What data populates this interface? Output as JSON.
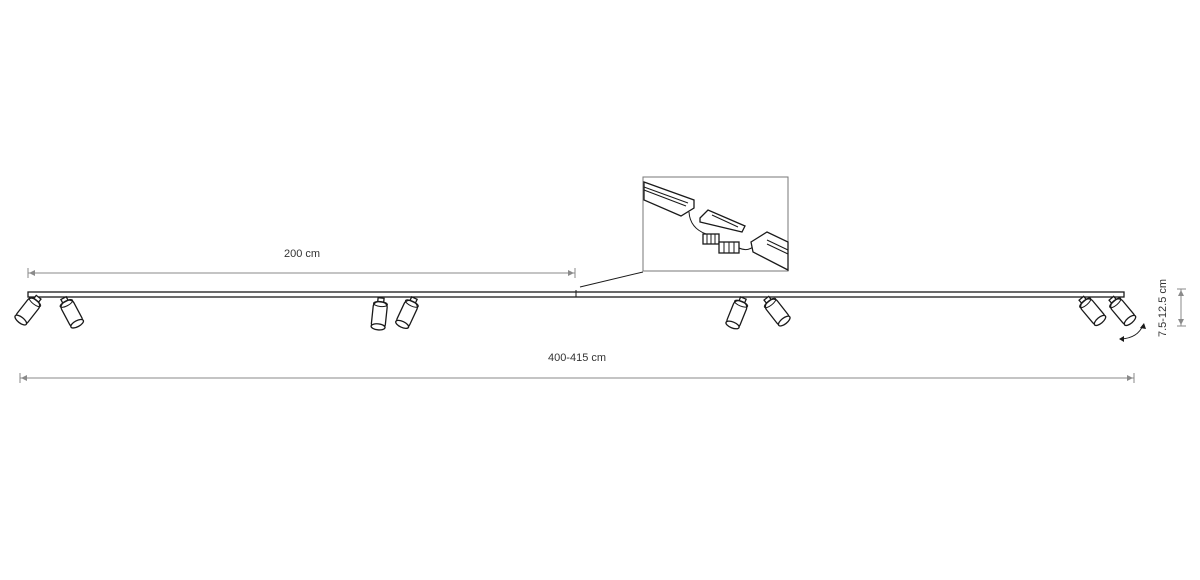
{
  "dimensions": {
    "half_length": "200 cm",
    "total_length": "400-415 cm",
    "height": "7.5-12.5 cm"
  },
  "spotlight_count": 8,
  "colors": {
    "line": "#1a1a1a",
    "dimension": "#8a8a8a"
  }
}
